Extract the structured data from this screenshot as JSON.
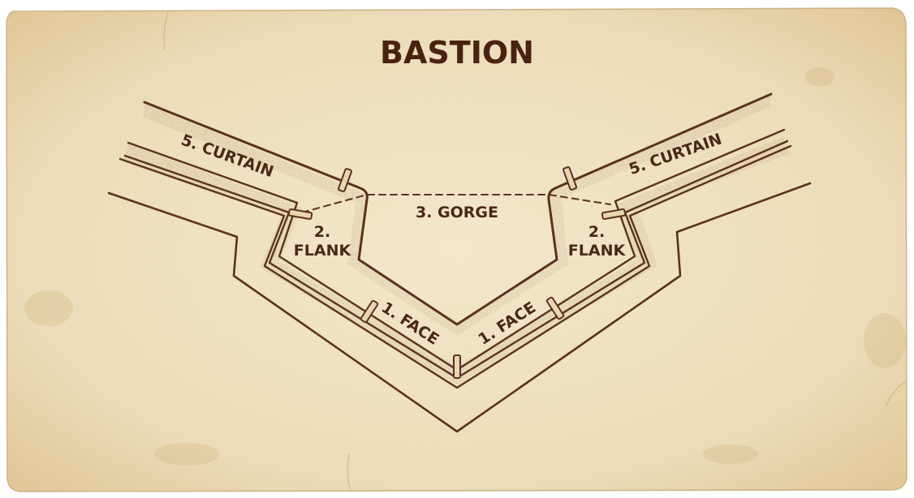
{
  "title": "BASTION",
  "colors": {
    "paper": "#f3e6c8",
    "paper_edge": "#d9c296",
    "ink": "#5a3220",
    "stipple": "#7a5236"
  },
  "labels": {
    "curtain_left": "5. CURTAIN",
    "curtain_right": "5. CURTAIN",
    "gorge": "3. GORGE",
    "flank_left_num": "2.",
    "flank_left_word": "FLANK",
    "flank_right_num": "2.",
    "flank_right_word": "FLANK",
    "face_left": "1. FACE",
    "face_right": "1. FACE"
  }
}
